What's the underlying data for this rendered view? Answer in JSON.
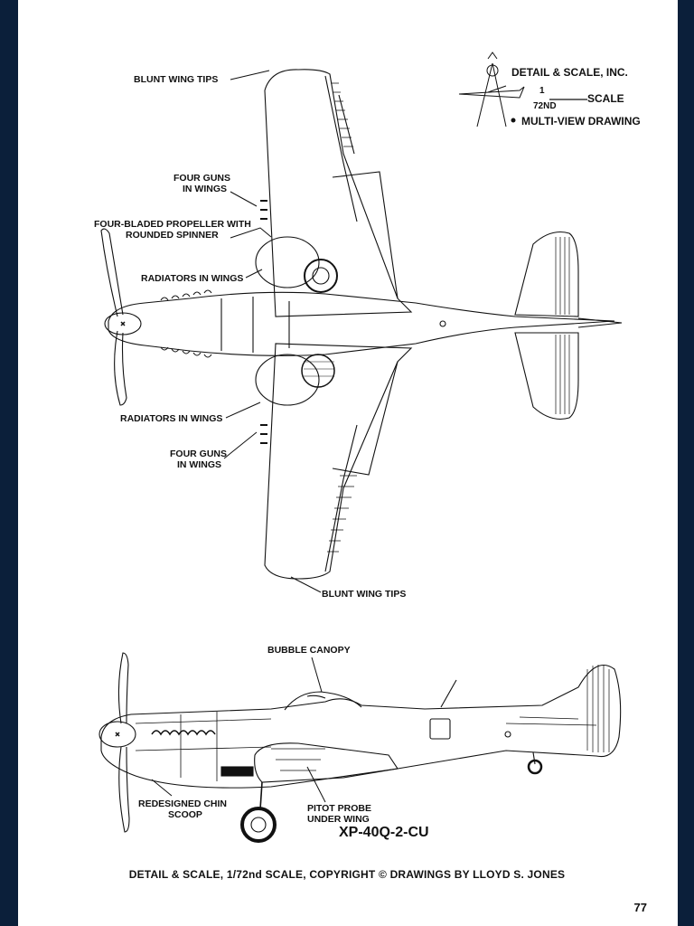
{
  "labels": {
    "blunt_wing_tips_top": "BLUNT WING TIPS",
    "four_guns_top_1": "FOUR GUNS",
    "four_guns_top_2": "IN WINGS",
    "propeller_1": "FOUR-BLADED PROPELLER WITH",
    "propeller_2": "ROUNDED SPINNER",
    "radiators_top": "RADIATORS IN WINGS",
    "radiators_bottom": "RADIATORS IN WINGS",
    "four_guns_bottom_1": "FOUR GUNS",
    "four_guns_bottom_2": "IN WINGS",
    "blunt_wing_tips_bottom": "BLUNT WING TIPS",
    "bubble_canopy": "BUBBLE CANOPY",
    "chin_scoop_1": "REDESIGNED CHIN",
    "chin_scoop_2": "SCOOP",
    "pitot_1": "PITOT PROBE",
    "pitot_2": "UNDER WING"
  },
  "brand": {
    "company": "DETAIL & SCALE, INC.",
    "scale_num": "1",
    "scale_den": "72ND",
    "scale_word": "SCALE",
    "multiview": "MULTI-VIEW DRAWING"
  },
  "model": "XP-40Q-2-CU",
  "caption": "DETAIL & SCALE, 1/72nd SCALE, COPYRIGHT © DRAWINGS BY LLOYD S. JONES",
  "page_number": "77"
}
